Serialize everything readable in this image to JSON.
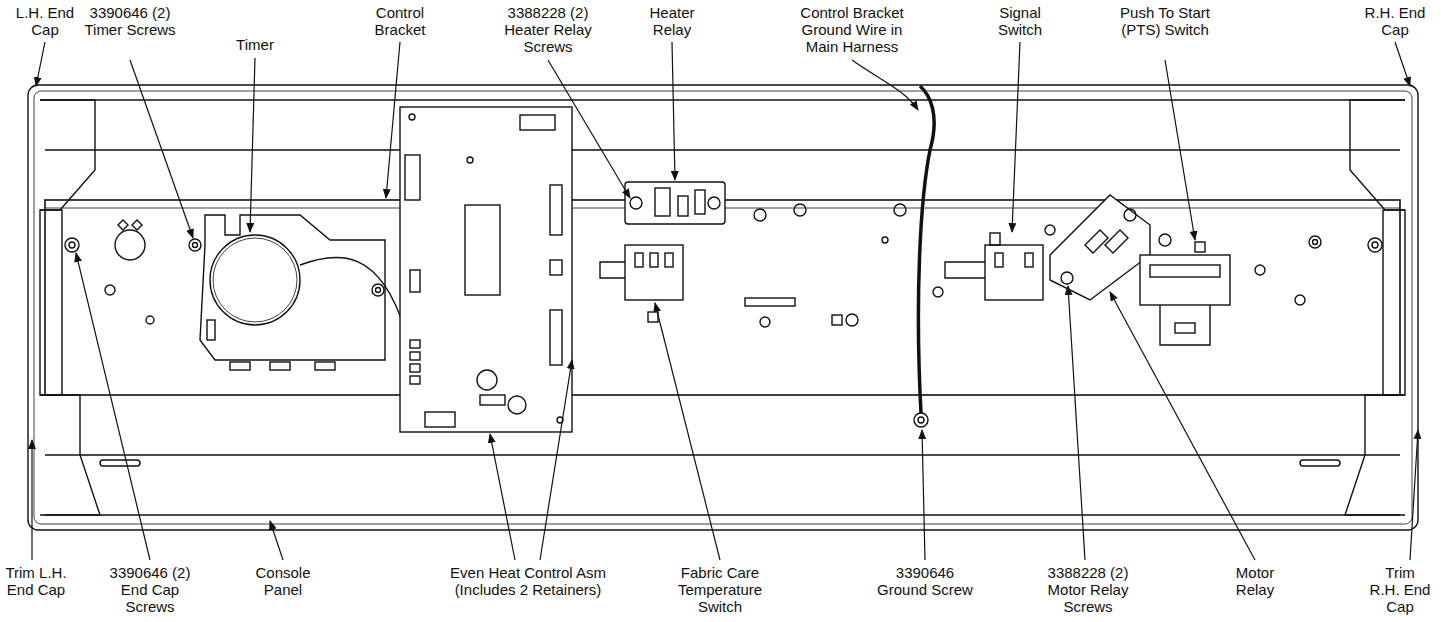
{
  "diagram": {
    "labels": [
      "L.H. End Cap",
      "3390646 (2) Timer Screws",
      "Timer",
      "Control Bracket",
      "3388228 (2) Heater Relay Screws",
      "Heater Relay",
      "Control Bracket Ground Wire in Main Harness",
      "Signal Switch",
      "Push To Start (PTS) Switch",
      "R.H. End Cap",
      "Trim L.H. End Cap",
      "3390646 (2) End Cap Screws",
      "Console Panel",
      "Even Heat Control Asm (Includes 2 Retainers)",
      "Fabric Care Temperature Switch",
      "3390646 Ground Screw",
      "3388228 (2) Motor Relay Screws",
      "Motor Relay",
      "Trim R.H. End Cap"
    ]
  }
}
